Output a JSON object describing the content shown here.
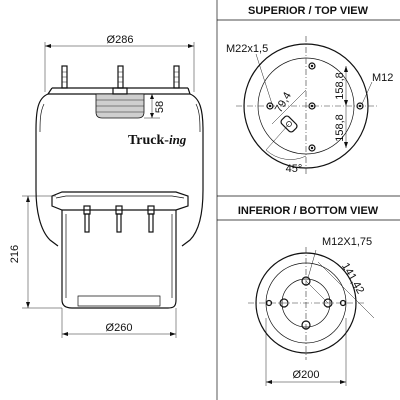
{
  "headers": {
    "top_view": "SUPERIOR / TOP VIEW",
    "bottom_view": "INFERIOR / BOTTOM VIEW"
  },
  "side_view": {
    "top_diameter": "Ø286",
    "height": "216",
    "height_top_part": "58",
    "bottom_diameter": "Ø260",
    "brand_main": "Truck-",
    "brand_suffix": "ing"
  },
  "top_view": {
    "thread_left": "M22x1,5",
    "thread_right": "M12",
    "dim_upper": "158,8",
    "dim_lower": "158,8",
    "dim_offset": "79,4",
    "angle": "45°"
  },
  "bottom_view": {
    "thread": "M12X1,75",
    "bolt_circle": "141,42",
    "diameter": "Ø200"
  }
}
